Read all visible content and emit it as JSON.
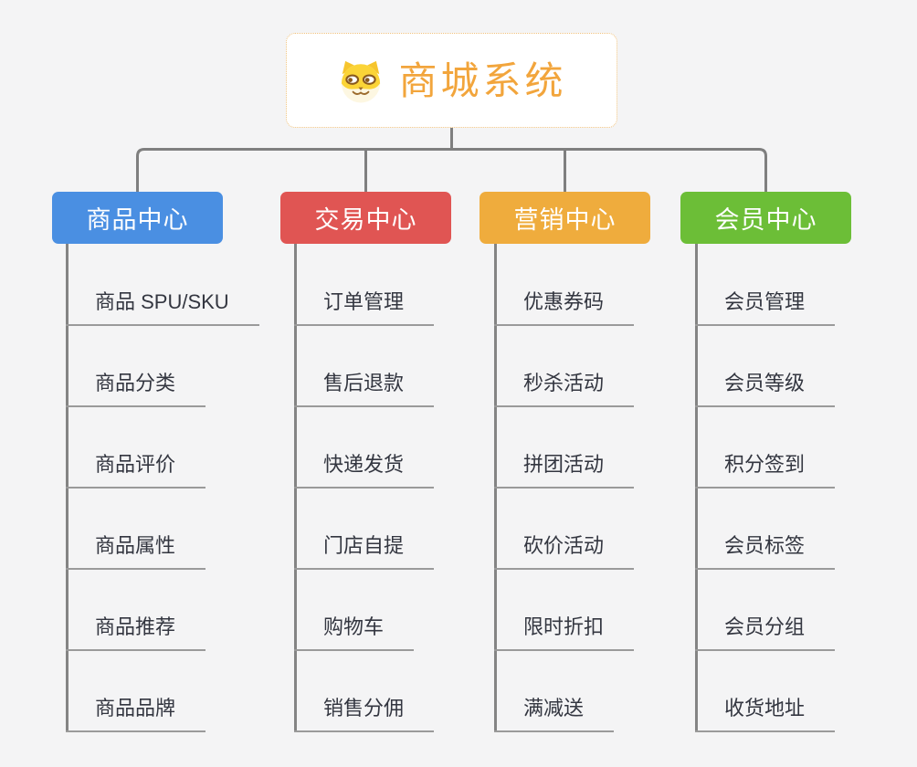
{
  "page": {
    "background_color": "#f4f4f5",
    "connector_color": "#7f7f7f",
    "leaf_underline_color": "#9a9a9a"
  },
  "root": {
    "title": "商城系统",
    "icon": "shiba-dog-icon",
    "text_color": "#f2a53c",
    "border_color": "#f0c27d"
  },
  "columns": [
    {
      "label": "商品中心",
      "color": "#4a8fe2",
      "items": [
        "商品 SPU/SKU",
        "商品分类",
        "商品评价",
        "商品属性",
        "商品推荐",
        "商品品牌"
      ]
    },
    {
      "label": "交易中心",
      "color": "#e05553",
      "items": [
        "订单管理",
        "售后退款",
        "快递发货",
        "门店自提",
        "购物车",
        "销售分佣"
      ]
    },
    {
      "label": "营销中心",
      "color": "#efac3d",
      "items": [
        "优惠券码",
        "秒杀活动",
        "拼团活动",
        "砍价活动",
        "限时折扣",
        "满减送"
      ]
    },
    {
      "label": "会员中心",
      "color": "#6cbe37",
      "items": [
        "会员管理",
        "会员等级",
        "积分签到",
        "会员标签",
        "会员分组",
        "收货地址"
      ]
    }
  ]
}
